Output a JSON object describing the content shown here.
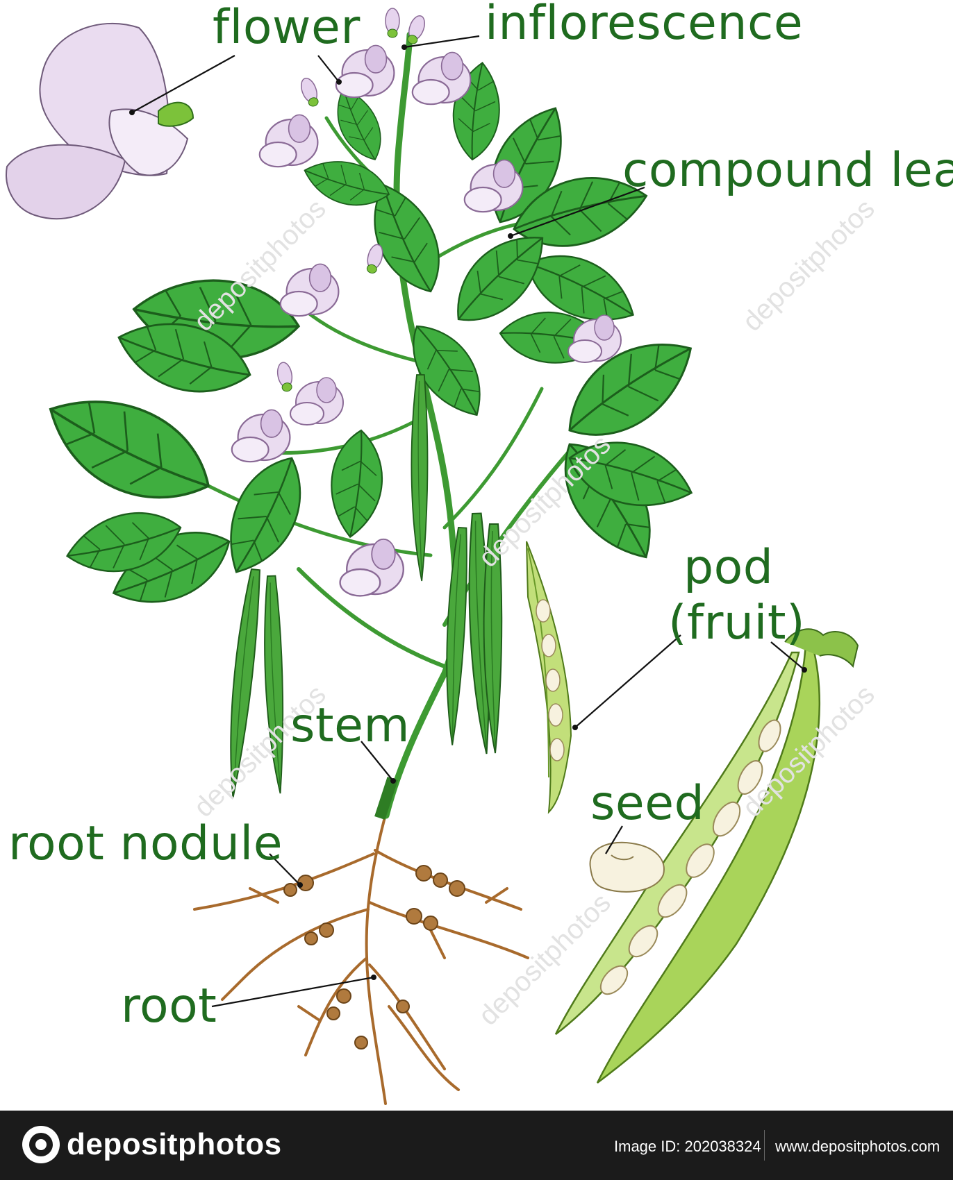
{
  "labels": {
    "flower": "flower",
    "inflorescence": "inflorescence",
    "compound_leaf": "compound leaf",
    "pod": "pod",
    "fruit": "(fruit)",
    "stem": "stem",
    "seed": "seed",
    "root_nodule": "root  nodule",
    "root": "root"
  },
  "watermark": "depositphotos",
  "footer": {
    "brand": "depositphotos",
    "image_id": "Image ID: 202038324",
    "url": "www.depositphotos.com"
  },
  "colors": {
    "label": "#1f6b1f",
    "leaf": "#3fae3f",
    "leaf_dark": "#2a8a2a",
    "flower": "#eadcf0",
    "pod": "#9fd04a",
    "root": "#a86a2c",
    "footer_bg": "#1b1b1b"
  }
}
